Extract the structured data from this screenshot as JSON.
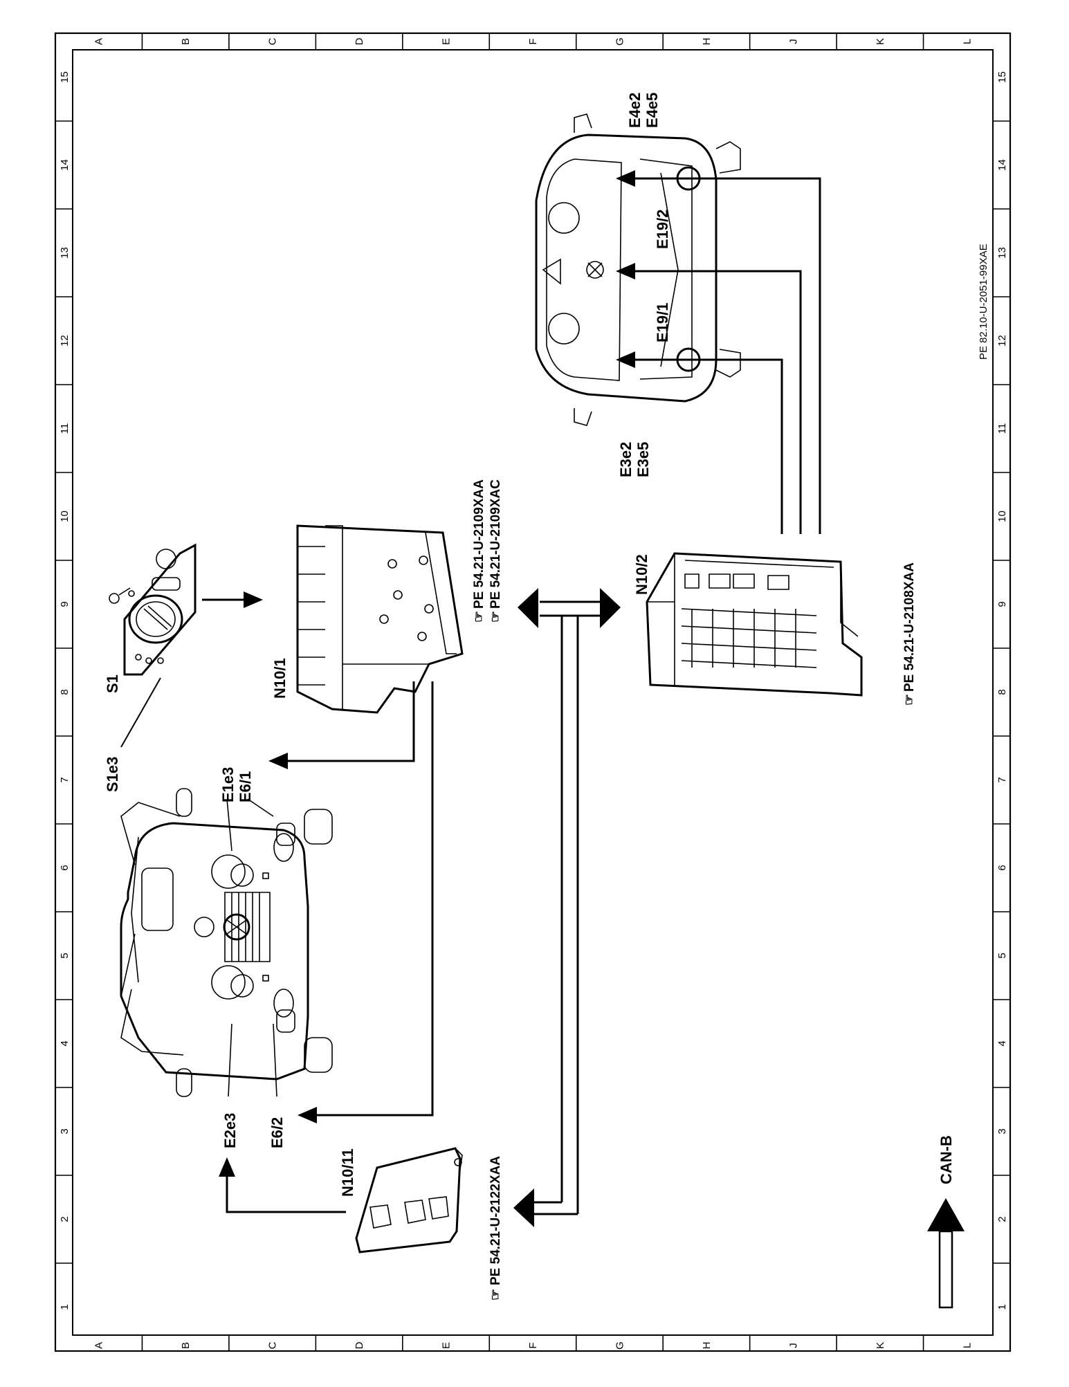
{
  "drawing_code": "PE 82.10-U-2051-99XAE",
  "grid": {
    "letters": [
      "A",
      "B",
      "C",
      "D",
      "E",
      "F",
      "G",
      "H",
      "J",
      "K",
      "L"
    ],
    "numbers": [
      "1",
      "2",
      "3",
      "4",
      "5",
      "6",
      "7",
      "8",
      "9",
      "10",
      "11",
      "12",
      "13",
      "14",
      "15"
    ]
  },
  "components": {
    "s1": "S1",
    "s1e3": "S1e3",
    "n10_1": "N10/1",
    "n10_2": "N10/2",
    "n10_11": "N10/11",
    "e1e3": "E1e3",
    "e6_1": "E6/1",
    "e2e3": "E2e3",
    "e6_2": "E6/2",
    "e3e2": "E3e2",
    "e3e5": "E3e5",
    "e4e2": "E4e2",
    "e4e5": "E4e5",
    "e19_1": "E19/1",
    "e19_2": "E19/2"
  },
  "references": {
    "n10_1_a": "PE  54.21-U-2109XAA",
    "n10_1_b": "PE  54.21-U-2109XAC",
    "n10_2": "PE  54.21-U-2108XAA",
    "n10_11": "PE  54.21-U-2122XAA"
  },
  "legend": {
    "can_b": "CAN-B"
  }
}
